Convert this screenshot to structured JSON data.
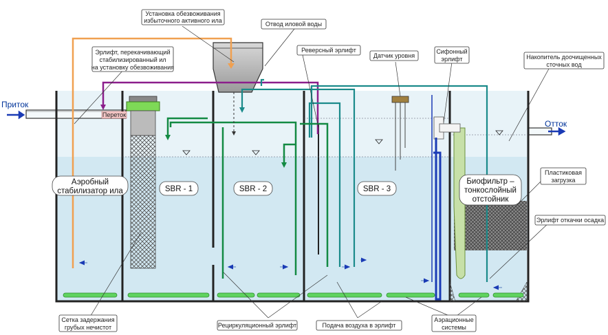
{
  "flows": {
    "inflow": "Приток",
    "outflow": "Отток"
  },
  "chambers": {
    "aerobic": [
      "Аэробный",
      "стабилизатор ила"
    ],
    "sbr1": "SBR - 1",
    "sbr2": "SBR - 2",
    "sbr3": "SBR - 3",
    "biofilter": [
      "Биофильтр –",
      "тонкослойный",
      "отстойник"
    ]
  },
  "overflow_label": "Переток",
  "callouts": {
    "dewatering_unit": [
      "Установка обезвоживания",
      "избыточного активного ила"
    ],
    "sludge_water": [
      "Отвод иловой воды"
    ],
    "airlift_stabilized": [
      "Эрлифт, перекачивающий",
      "стабилизированный ил",
      "на установку обезвоживания"
    ],
    "reverse_airlift": [
      "Реверсный эрлифт"
    ],
    "level_sensor": [
      "Датчик уровня"
    ],
    "siphon_airlift": [
      "Сифонный",
      "эрлифт"
    ],
    "treated_storage": [
      "Накопитель доочищенных",
      "сточных вод"
    ],
    "plastic_media": [
      "Пластиковая",
      "загрузка"
    ],
    "sediment_airlift": [
      "Эрлифт откачки осадка"
    ],
    "coarse_screen": [
      "Сетка задержания",
      "грубых нечистот"
    ],
    "recirculation_airlift": [
      "Рециркуляционный эрлифт"
    ],
    "air_supply": [
      "Подача воздуха в эрлифт"
    ],
    "aeration_systems": [
      "Аэрационные",
      "системы"
    ]
  }
}
